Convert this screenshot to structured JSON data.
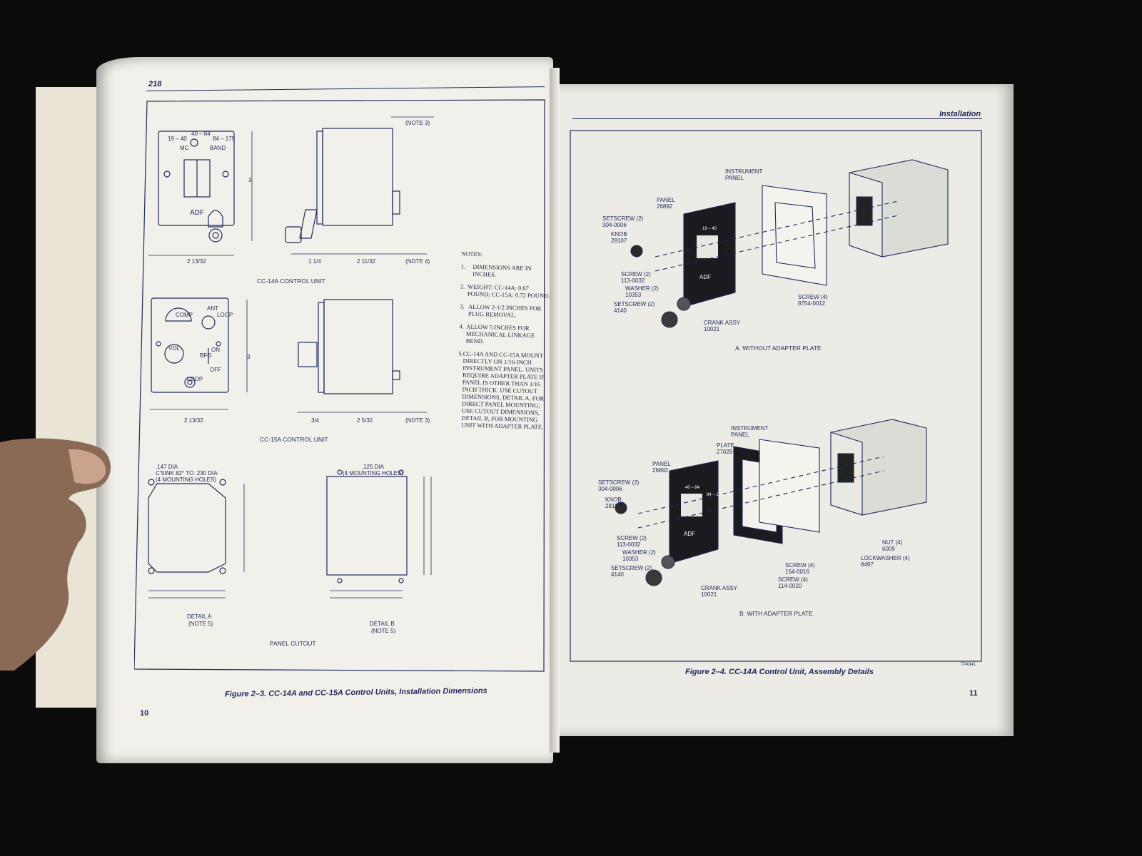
{
  "left_page": {
    "header_number": "218",
    "footer_number": "10",
    "figure_caption": "Figure 2–3. CC-14A and CC-15A Control Units, Installation Dimensions",
    "units": {
      "cc14a_title": "CC-14A CONTROL UNIT",
      "cc15a_title": "CC-15A CONTROL UNIT",
      "panel_cutout_title": "PANEL CUTOUT",
      "front_labels": [
        "19 – 40",
        "40 – 84",
        "84 – 175",
        "MC",
        "BAND",
        "ADF",
        "COMP",
        "ANT",
        "LOOP",
        "VOL",
        "BFO",
        "ON",
        "OFF",
        "LOOP"
      ],
      "dim_labels": [
        "(NOTE 3)",
        "(NOTE 4)",
        "(NOTE 3)",
        "3",
        "3",
        "2 13/32",
        "1 1/4",
        "2 11/32",
        "2 13/32",
        "3/4",
        "2 5/32"
      ],
      "detail_a": {
        "title": "DETAIL A",
        "note": "(NOTE 5)",
        "hole_note": ".147 DIA\nC'SINK 82° TO .230 DIA\n(4 MOUNTING HOLES)"
      },
      "detail_b": {
        "title": "DETAIL B",
        "note": "(NOTE 5)",
        "hole_note": ".125 DIA\n(4 MOUNTING HOLES)"
      }
    },
    "notes": {
      "heading": "NOTES:",
      "items": [
        "DIMENSIONS ARE IN INCHES.",
        "WEIGHT: CC-14A: 0.67 POUND; CC-15A: 0.72 POUND.",
        "ALLOW 2-1/2 INCHES FOR PLUG REMOVAL.",
        "ALLOW 5 INCHES FOR MECHANICAL LINKAGE BEND.",
        "CC-14A AND CC-15A MOUNT DIRECTLY ON 1/16-INCH INSTRUMENT PANEL. UNITS REQUIRE ADAPTER PLATE IF PANEL IS OTHER THAN 1/16 INCH THICK. USE CUTOUT DIMENSIONS, DETAIL A, FOR DIRECT PANEL MOUNTING; USE CUTOUT DIMENSIONS, DETAIL B, FOR MOUNTING UNIT WITH ADAPTER PLATE."
      ]
    }
  },
  "right_page": {
    "header_title": "Installation",
    "footer_number": "11",
    "tp_code": "TP4341",
    "figure_caption": "Figure 2–4. CC-14A Control Unit, Assembly Details",
    "view_a": {
      "title": "A. WITHOUT ADAPTER PLATE",
      "labels": [
        "INSTRUMENT\nPANEL",
        "PANEL\n26892",
        "SETSCREW (2)\n304-0006",
        "KNOB\n28107",
        "SCREW (2)\n113-0032",
        "WASHER (2)\n10353",
        "SETSCREW (2)\n4140",
        "CRANK ASSY\n10021",
        "SCREW (4)\n8754-0012"
      ]
    },
    "view_b": {
      "title": "B. WITH ADAPTER PLATE",
      "labels": [
        "INSTRUMENT\nPANEL",
        "PLATE\n27029",
        "PANEL\n26892",
        "SETSCREW (2)\n304-0006",
        "KNOB\n28107",
        "SCREW (2)\n113-0032",
        "WASHER (2)\n10353",
        "SETSCREW (2)\n4140",
        "CRANK ASSY\n10021",
        "SCREW (4)\n154-0016",
        "SCREW (4)\n114-0020",
        "NUT (4)\n6009",
        "LOCKWASHER (4)\n8497"
      ]
    },
    "panel_face_text": [
      "19 – 40",
      "40 – 84",
      "84 – 175",
      "ADF"
    ]
  },
  "colors": {
    "background": "#0b0b0c",
    "paper": "#f2f0ea",
    "ink": "#1f2a5a"
  }
}
